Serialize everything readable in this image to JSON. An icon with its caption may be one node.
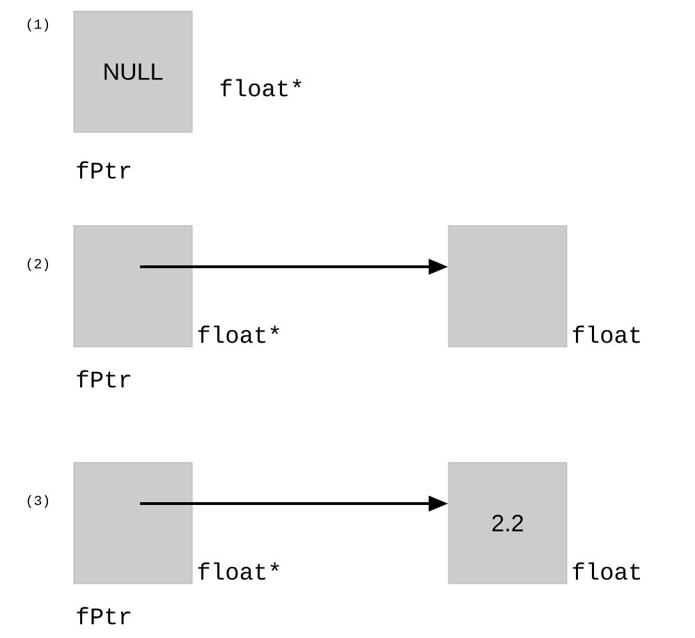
{
  "diagram": {
    "nodes": [
      {
        "text": [
          "NULL"
        ],
        "beside": [
          "float*",
          "fPtr"
        ]
      },
      {
        "text": [],
        "shape": "box",
        "beside": [
          "float*",
          "fPtr"
        ]
      },
      {
        "text": [],
        "shape": "box",
        "beside": [
          "float"
        ]
      },
      {
        "text": [],
        "shape": "box",
        "beside": [
          "float*",
          "fPtr"
        ]
      },
      {
        "text": [
          "2.2"
        ],
        "beside": [
          "float"
        ]
      }
    ],
    "edges": [
      {
        "from": 1,
        "to": 2,
        "arrow": "to"
      },
      {
        "from": 3,
        "to": 4,
        "arrow": "to"
      }
    ],
    "labels": [
      "(1)",
      "(2)",
      "(3)"
    ]
  }
}
